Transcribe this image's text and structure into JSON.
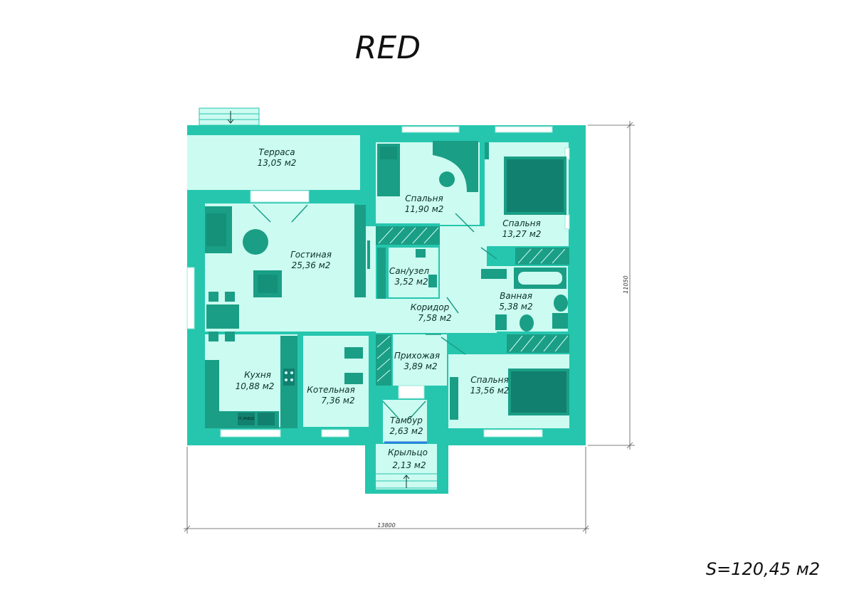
{
  "title": "RED",
  "total_area": "S=120,45 м2",
  "dimensions": {
    "width": "13800",
    "height": "11050"
  },
  "colors": {
    "wall": "#26c6ae",
    "floor": "#ccfbf1",
    "furniture": "#1b9e86",
    "dark": "#12806e",
    "window": "#ffffff"
  },
  "rooms": [
    {
      "name": "Терраса",
      "area": "13,05 м2"
    },
    {
      "name": "Спальня",
      "area": "11,90 м2"
    },
    {
      "name": "Спальня",
      "area": "13,27 м2"
    },
    {
      "name": "Гостиная",
      "area": "25,36 м2"
    },
    {
      "name": "Сан/узел",
      "area": "3,52 м2"
    },
    {
      "name": "Ванная",
      "area": "5,38 м2"
    },
    {
      "name": "Коридор",
      "area": "7,58 м2"
    },
    {
      "name": "Прихожая",
      "area": "3,89 м2"
    },
    {
      "name": "Кухня",
      "area": "10,88 м2"
    },
    {
      "name": "Котельная",
      "area": "7,36 м2"
    },
    {
      "name": "Спальня",
      "area": "13,56 м2"
    },
    {
      "name": "Тамбур",
      "area": "2,63 м2"
    },
    {
      "name": "Крыльцо",
      "area": "2,13 м2"
    }
  ],
  "appliance_label": "п.маш"
}
